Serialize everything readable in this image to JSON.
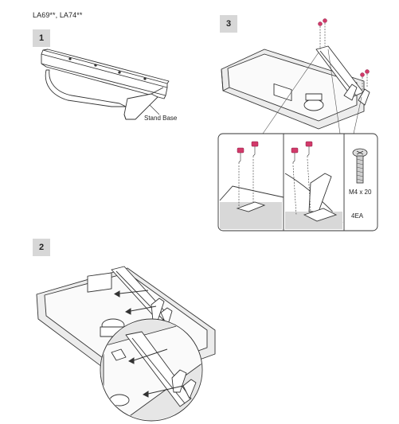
{
  "header": {
    "models": "LA69**, LA74**"
  },
  "steps": [
    {
      "number": "1",
      "label": "Stand Base"
    },
    {
      "number": "2"
    },
    {
      "number": "3",
      "screw_size": "M4 x 20",
      "screw_qty": "4EA"
    }
  ],
  "colors": {
    "badge": "#d7d7d7",
    "line": "#333333",
    "screw": "#d23a6a",
    "shade": "#bdbdbd"
  }
}
